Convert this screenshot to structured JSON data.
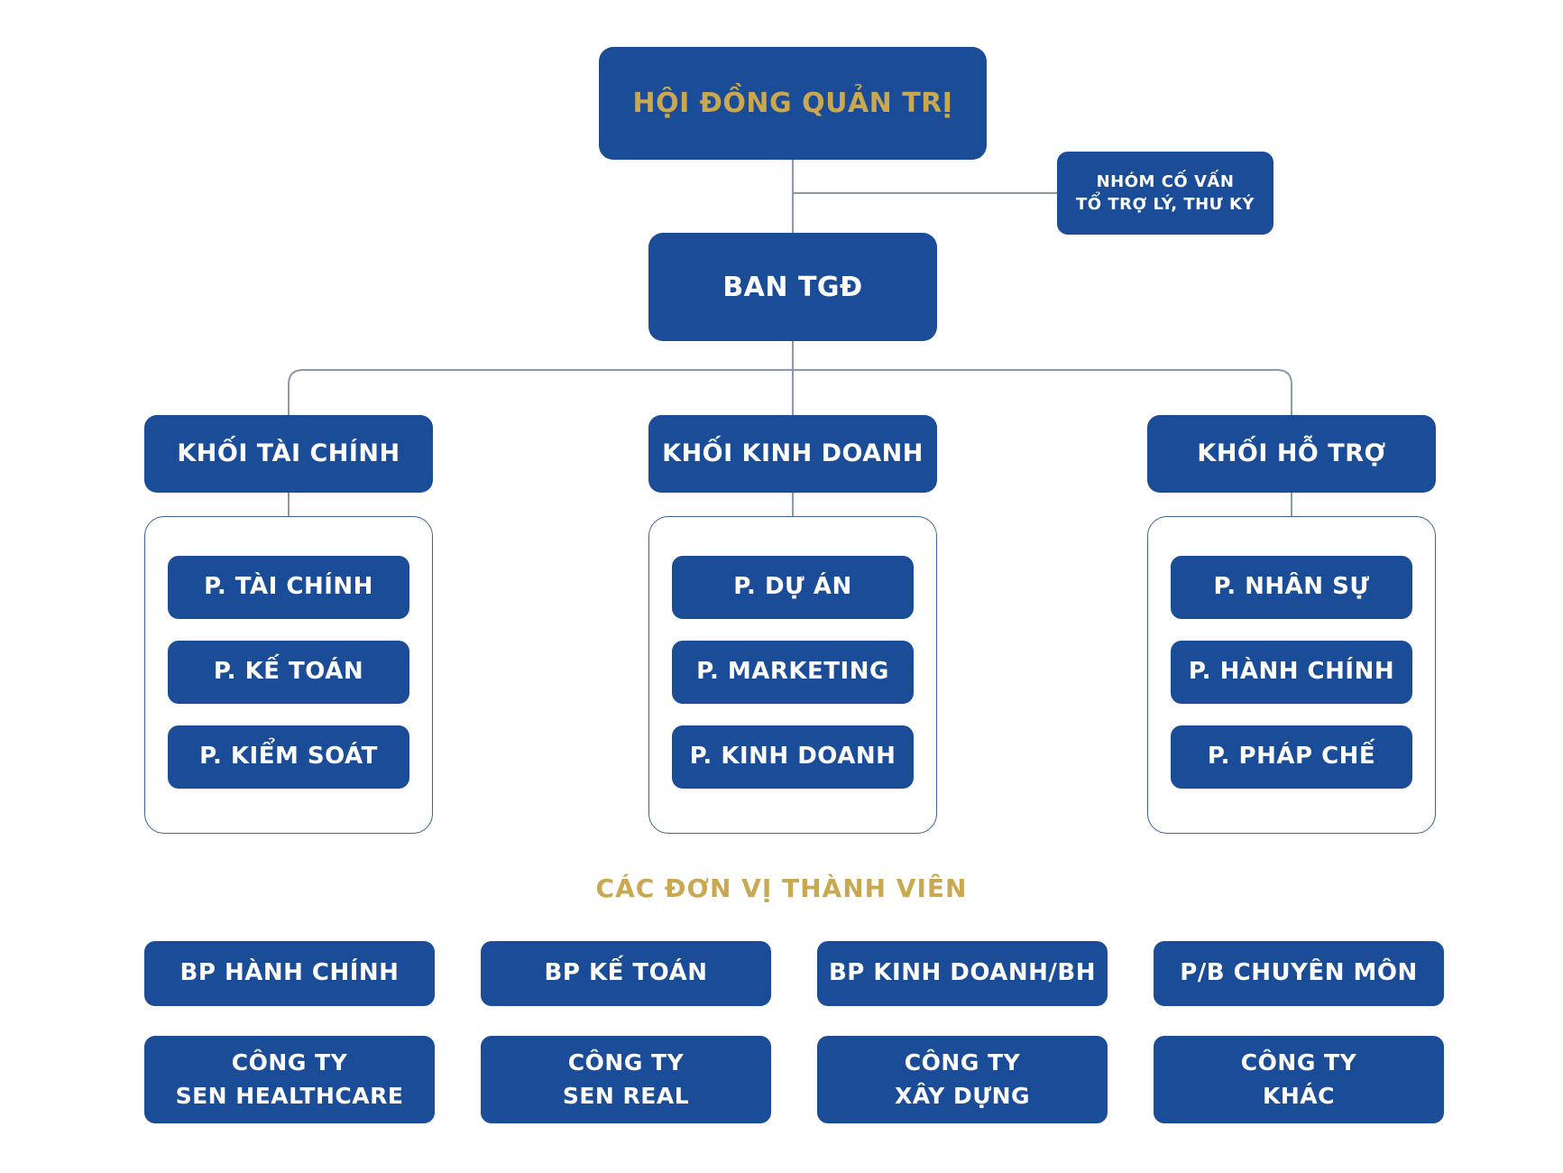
{
  "palette": {
    "box_blue": "#1b4c97",
    "gold": "#c9a850",
    "line": "#8a99ac",
    "container_border": "#3d639c",
    "background": "#ffffff"
  },
  "board": {
    "label": "HỘI ĐỒNG QUẢN TRỊ"
  },
  "advisor": {
    "line1": "NHÓM CỐ VẤN",
    "line2": "TỔ TRỢ LÝ, THƯ KÝ"
  },
  "ceo": {
    "label": "BAN TGĐ"
  },
  "divisions": [
    {
      "title": "KHỐI TÀI CHÍNH",
      "departments": [
        "P. TÀI CHÍNH",
        "P. KẾ TOÁN",
        "P. KIỂM SOÁT"
      ]
    },
    {
      "title": "KHỐI KINH DOANH",
      "departments": [
        "P. DỰ ÁN",
        "P. MARKETING",
        "P. KINH DOANH"
      ]
    },
    {
      "title": "KHỐI HỖ TRỢ",
      "departments": [
        "P. NHÂN SỰ",
        "P. HÀNH CHÍNH",
        "P. PHÁP CHẾ"
      ]
    }
  ],
  "members_section": {
    "heading": "CÁC ĐƠN VỊ THÀNH VIÊN",
    "units": [
      "BP HÀNH CHÍNH",
      "BP KẾ TOÁN",
      "BP KINH DOANH/BH",
      "P/B CHUYÊN MÔN"
    ],
    "companies": [
      {
        "line1": "CÔNG TY",
        "line2": "SEN HEALTHCARE"
      },
      {
        "line1": "CÔNG TY",
        "line2": "SEN REAL"
      },
      {
        "line1": "CÔNG TY",
        "line2": "XÂY DỰNG"
      },
      {
        "line1": "CÔNG TY",
        "line2": "KHÁC"
      }
    ]
  }
}
